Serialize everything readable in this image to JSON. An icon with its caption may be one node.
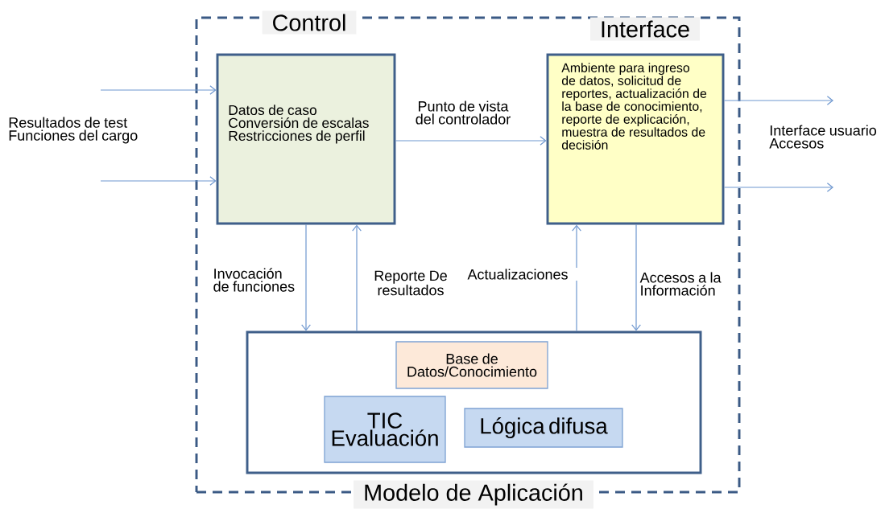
{
  "diagram": {
    "nodes": [
      {
        "text": [],
        "shape": "box"
      },
      {
        "text": [
          "Control",
          "Datos de caso Conversión de escalas Restricciones de perfil"
        ],
        "in": 0
      },
      {
        "text": [
          "Interface",
          "Ambiente para ingreso de datos, solicitud de reportes, actualización de la base de conocimiento, reporte de explicación, muestra de resultados de decisión"
        ],
        "in": 0
      },
      {
        "text": [
          "Modelo de Aplicación"
        ],
        "in": 0
      },
      {
        "text": [
          "Base de Datos/Conocimiento"
        ],
        "in": 3
      },
      {
        "text": [
          "TIC Evaluación"
        ],
        "in": 3
      },
      {
        "text": [
          "Lógica difusa"
        ],
        "in": 3
      }
    ],
    "edges": [
      {
        "from": null,
        "to": 1,
        "arrow": "to"
      },
      {
        "from": null,
        "to": 1,
        "arrow": "to"
      },
      {
        "from": 1,
        "to": 2,
        "arrow": "to",
        "label": "Punto de vista del controlador"
      },
      {
        "from": 2,
        "to": null,
        "arrow": "to"
      },
      {
        "from": 2,
        "to": null,
        "arrow": "to"
      },
      {
        "from": 1,
        "to": 3,
        "arrow": "to",
        "label": "Invocación de funciones"
      },
      {
        "from": 3,
        "to": 1,
        "arrow": "to",
        "label": "Reporte De resultados"
      },
      {
        "from": 3,
        "to": 2,
        "arrow": "to",
        "label": "Actualizaciones"
      },
      {
        "from": 2,
        "to": 3,
        "arrow": "to",
        "label": "Accesos a la Información"
      }
    ],
    "labels": [
      "Resultados de test Funciones del cargo",
      "Interface usuario Accesos"
    ]
  }
}
